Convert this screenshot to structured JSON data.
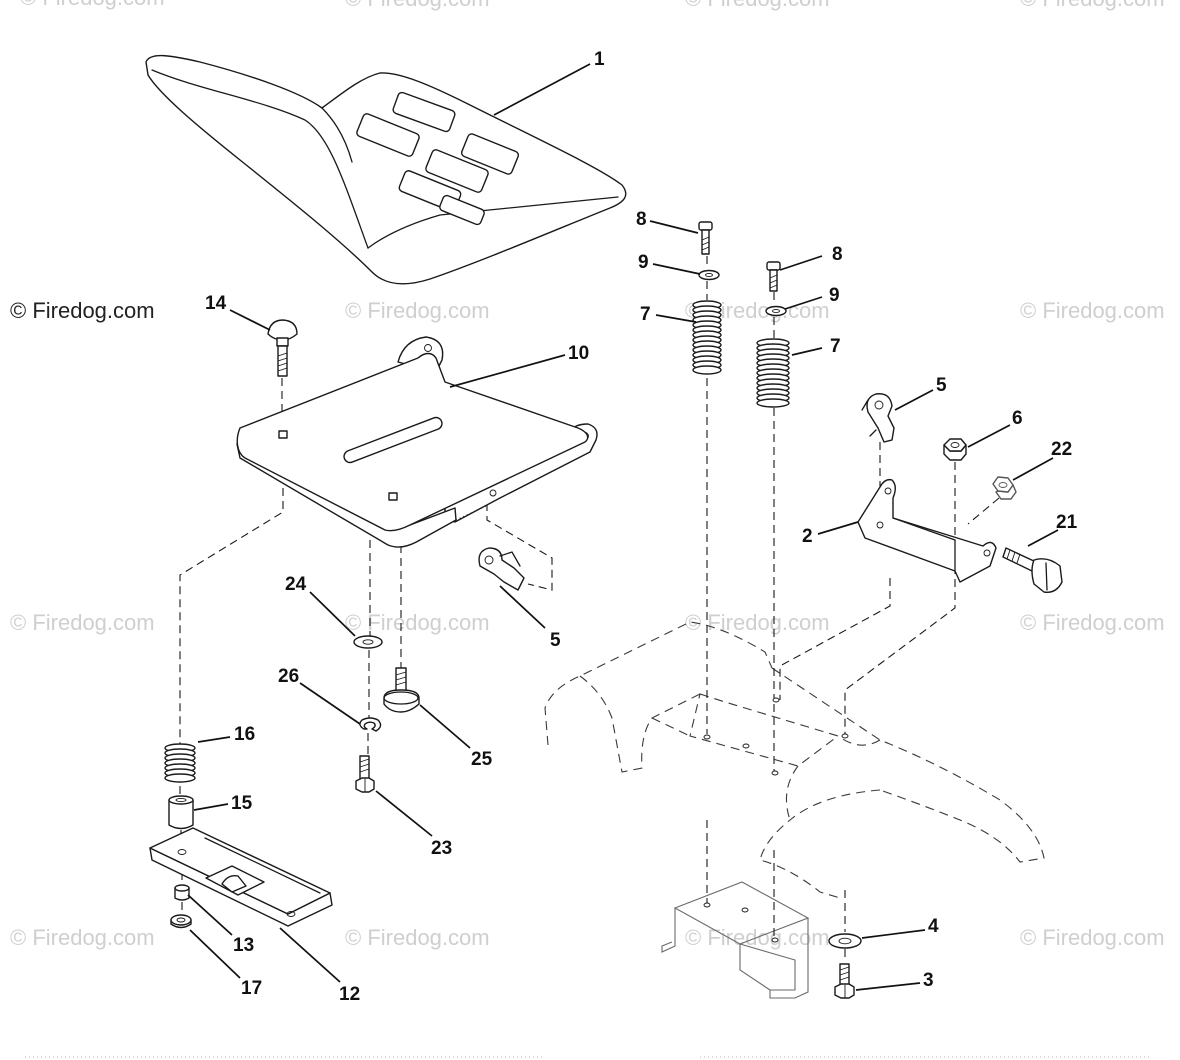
{
  "watermark": "© Firedog.com",
  "callouts": [
    "1",
    "8",
    "9",
    "7",
    "8",
    "9",
    "7",
    "14",
    "10",
    "5",
    "6",
    "22",
    "2",
    "21",
    "24",
    "5",
    "26",
    "16",
    "25",
    "15",
    "23",
    "4",
    "13",
    "3",
    "12",
    "17"
  ],
  "colors": {
    "line": "#1a1a1a",
    "watermark": "#cfcfcf",
    "background": "#ffffff"
  }
}
